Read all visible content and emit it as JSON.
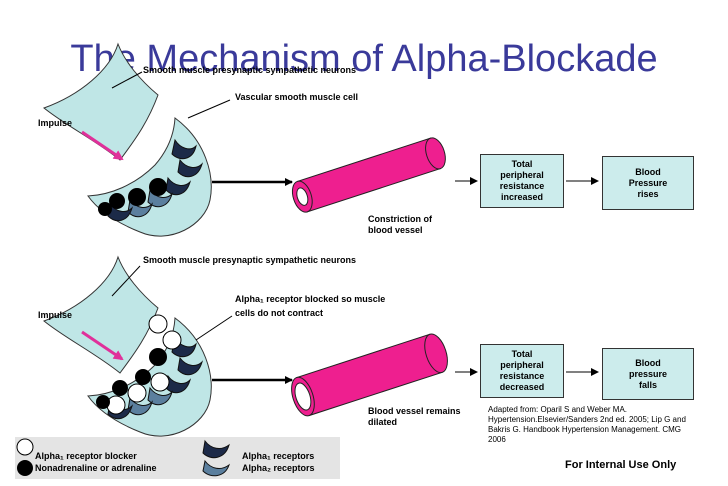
{
  "title": "The Mechanism of Alpha-Blockade",
  "top": {
    "neurons_label": "Smooth muscle presynaptic sympathetic neurons",
    "cell_label": "Vascular smooth muscle cell",
    "impulse_label": "Impulse",
    "vessel_label_1": "Constriction of",
    "vessel_label_2": "blood vessel",
    "resistance_box": [
      "Total",
      "peripheral",
      "resistance",
      "increased"
    ],
    "pressure_box": [
      "Blood",
      "Pressure",
      "rises"
    ]
  },
  "bottom": {
    "neurons_label": "Smooth muscle presynaptic sympathetic neurons",
    "blocked_label_1": "Alpha₁ receptor blocked so muscle",
    "blocked_label_2": "cells do not contract",
    "impulse_label": "Impulse",
    "vessel_label_1": "Blood vessel remains",
    "vessel_label_2": "dilated",
    "resistance_box": [
      "Total",
      "peripheral",
      "resistance",
      "decreased"
    ],
    "pressure_box": [
      "Blood",
      "pressure",
      "falls"
    ]
  },
  "citation": [
    "Adapted from: Oparil S and Weber MA.",
    "Hypertension.Elsevier/Sanders 2nd ed. 2005; Lip G and",
    "Bakris G. Handbook Hypertension Management. CMG",
    "2006"
  ],
  "internal_note": "For Internal Use Only",
  "legend": {
    "blocker": "Alpha₁ receptor blocker",
    "agonist": "Nonadrenaline or adrenaline",
    "alpha1": "Alpha₁ receptors",
    "alpha2": "Alpha₂ receptors"
  },
  "colors": {
    "title": "#3a3a9a",
    "neuron_fill": "#bfe6e6",
    "vessel": "#ee1f8f",
    "receptor_alpha1": "#1c2a48",
    "receptor_alpha2": "#5b7f9e",
    "impulse_arrow": "#e0309a",
    "box_fill": "#ccecec",
    "legend_bg": "#e4e4e4"
  }
}
